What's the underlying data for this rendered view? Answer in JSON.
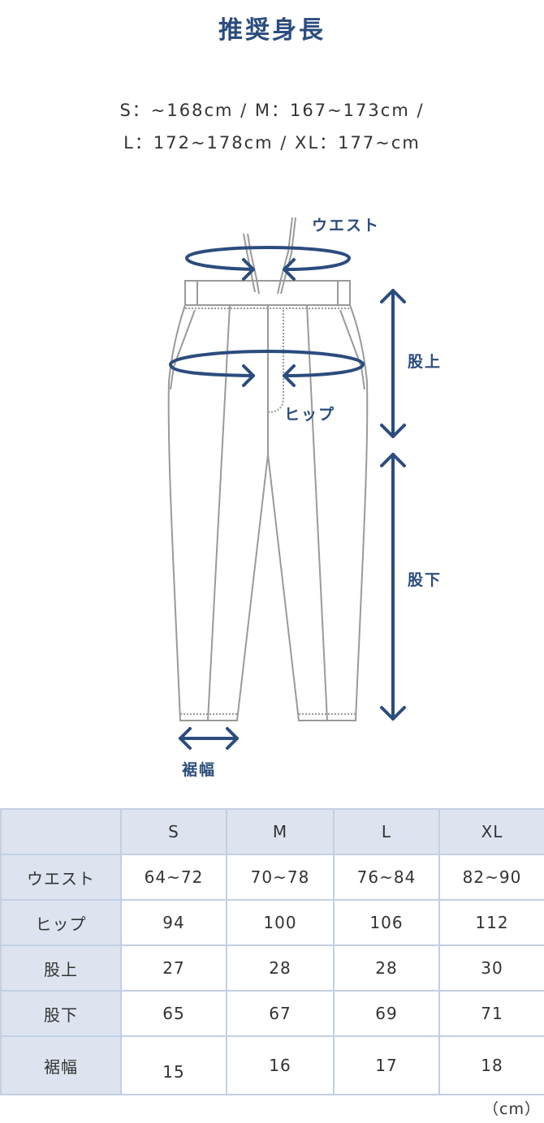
{
  "title": "推奨身長",
  "recommended_heights": {
    "line1": "S：~168cm / M：167~173cm /",
    "line2": "L：172~178cm / XL：177~cm"
  },
  "diagram_labels": {
    "waist": "ウエスト",
    "hip": "ヒップ",
    "rise": "股上",
    "inseam": "股下",
    "hem": "裾幅"
  },
  "colors": {
    "accent": "#2b4c7e",
    "table_header_bg": "#dde4ef",
    "table_border": "#c3cfe2",
    "garment_line": "#9a9a9a"
  },
  "table": {
    "headers": [
      "",
      "S",
      "M",
      "L",
      "XL"
    ],
    "rows": [
      {
        "label": "ウエスト",
        "values": [
          "64~72",
          "70~78",
          "76~84",
          "82~90"
        ]
      },
      {
        "label": "ヒップ",
        "values": [
          "94",
          "100",
          "106",
          "112"
        ]
      },
      {
        "label": "股上",
        "values": [
          "27",
          "28",
          "28",
          "30"
        ]
      },
      {
        "label": "股下",
        "values": [
          "65",
          "67",
          "69",
          "71"
        ]
      },
      {
        "label": "裾幅",
        "values": [
          "15",
          "16",
          "17",
          "18"
        ]
      }
    ]
  },
  "unit": "（cm）"
}
